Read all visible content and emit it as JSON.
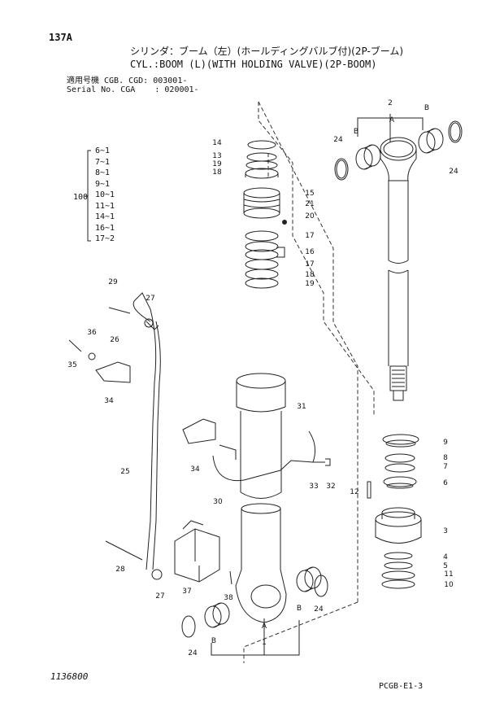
{
  "header": {
    "page_number": "137A",
    "title_jp": "シリンダ：ブーム（左）(ホールディングバルブ付)(2P-ブーム)",
    "title_en": "CYL.:BOOM (L)(WITH HOLDING VALVE)(2P-BOOM)",
    "serial_line1": "適用号機 CGB. CGD: 003001-",
    "serial_line2": "Serial No. CGA    : 020001-"
  },
  "kit_group": {
    "number": "100",
    "items": [
      "6~1",
      "7~1",
      "8~1",
      "9~1",
      "10~1",
      "11~1",
      "14~1",
      "16~1",
      "17~2"
    ]
  },
  "callouts": {
    "c1": "1",
    "c2": "2",
    "c3": "3",
    "c4": "4",
    "c5": "5",
    "c6": "6",
    "c7": "7",
    "c8": "8",
    "c9": "9",
    "c10": "10",
    "c11": "11",
    "c12": "12",
    "c13": "13",
    "c14": "14",
    "c15": "15",
    "c16": "16",
    "c17a": "17",
    "c17b": "17",
    "c18a": "18",
    "c18b": "18",
    "c19a": "19",
    "c19b": "19",
    "c20": "20",
    "c21": "21",
    "c24a": "24",
    "c24b": "24",
    "c24c": "24",
    "c24d": "24",
    "c25": "25",
    "c26": "26",
    "c27a": "27",
    "c27b": "27",
    "c28": "28",
    "c29": "29",
    "c30": "30",
    "c31": "31",
    "c32": "32",
    "c33": "33",
    "c34a": "34",
    "c34b": "34",
    "c35": "35",
    "c36": "36",
    "c37": "37",
    "c38": "38",
    "cA1": "A",
    "cA2": "A",
    "cB1": "B",
    "cB2": "B",
    "cB3": "B",
    "cB4": "B"
  },
  "footer": {
    "drawing_number": "1136800",
    "page_code": "PCGB-E1-3"
  }
}
